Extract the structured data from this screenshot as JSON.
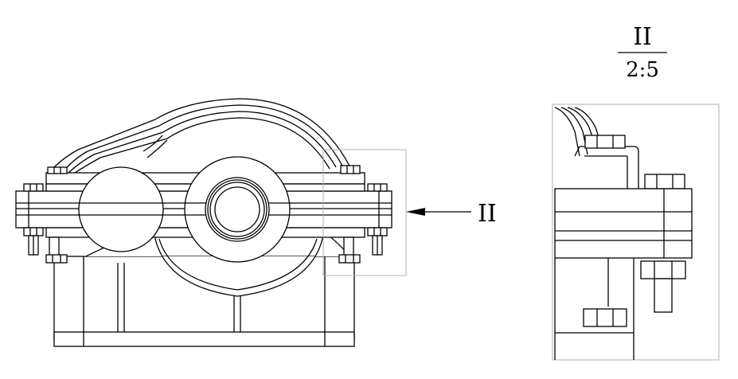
{
  "section_marker": "II",
  "detail": {
    "label": "II",
    "scale": "2:5"
  },
  "colors": {
    "line": "#000000",
    "frame": "#b0b0b0",
    "background": "#ffffff"
  }
}
